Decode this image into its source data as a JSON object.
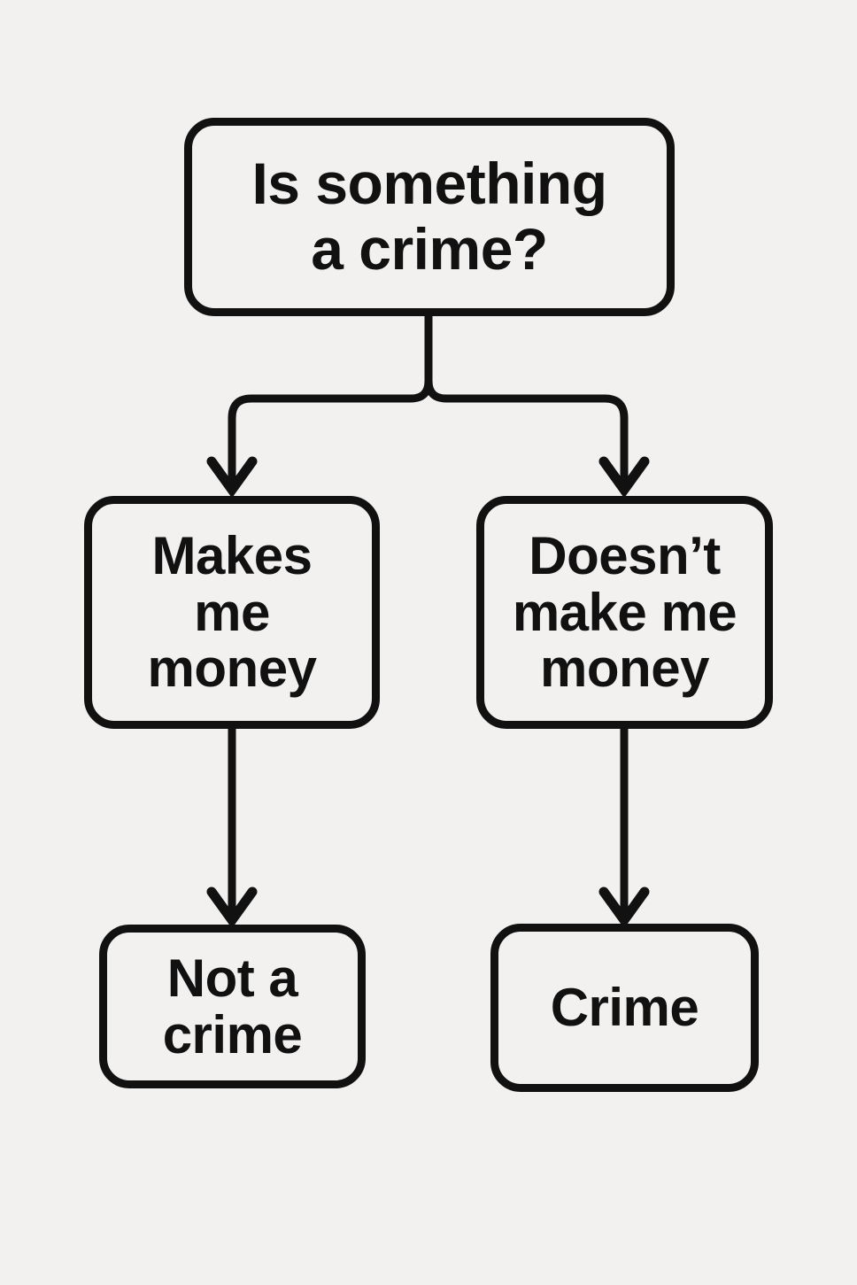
{
  "diagram": {
    "type": "flowchart",
    "title": "Is something a crime?",
    "background_color": "#f2f1ef",
    "stroke_color": "#111111",
    "text_color": "#111111",
    "nodes": [
      {
        "id": "root",
        "label": "Is something\na crime?",
        "role": "decision-question",
        "row": 1
      },
      {
        "id": "makes-money",
        "label": "Makes\nme\nmoney",
        "role": "branch-option",
        "row": 2
      },
      {
        "id": "no-money",
        "label": "Doesn’t\nmake me\nmoney",
        "role": "branch-option",
        "row": 2
      },
      {
        "id": "not-a-crime",
        "label": "Not a\ncrime",
        "role": "outcome",
        "row": 3
      },
      {
        "id": "crime",
        "label": "Crime",
        "role": "outcome",
        "row": 3
      }
    ],
    "edges": [
      {
        "from": "root",
        "to": "makes-money",
        "style": "elbow-arrow"
      },
      {
        "from": "root",
        "to": "no-money",
        "style": "elbow-arrow"
      },
      {
        "from": "makes-money",
        "to": "not-a-crime",
        "style": "straight-arrow"
      },
      {
        "from": "no-money",
        "to": "crime",
        "style": "straight-arrow"
      }
    ]
  }
}
